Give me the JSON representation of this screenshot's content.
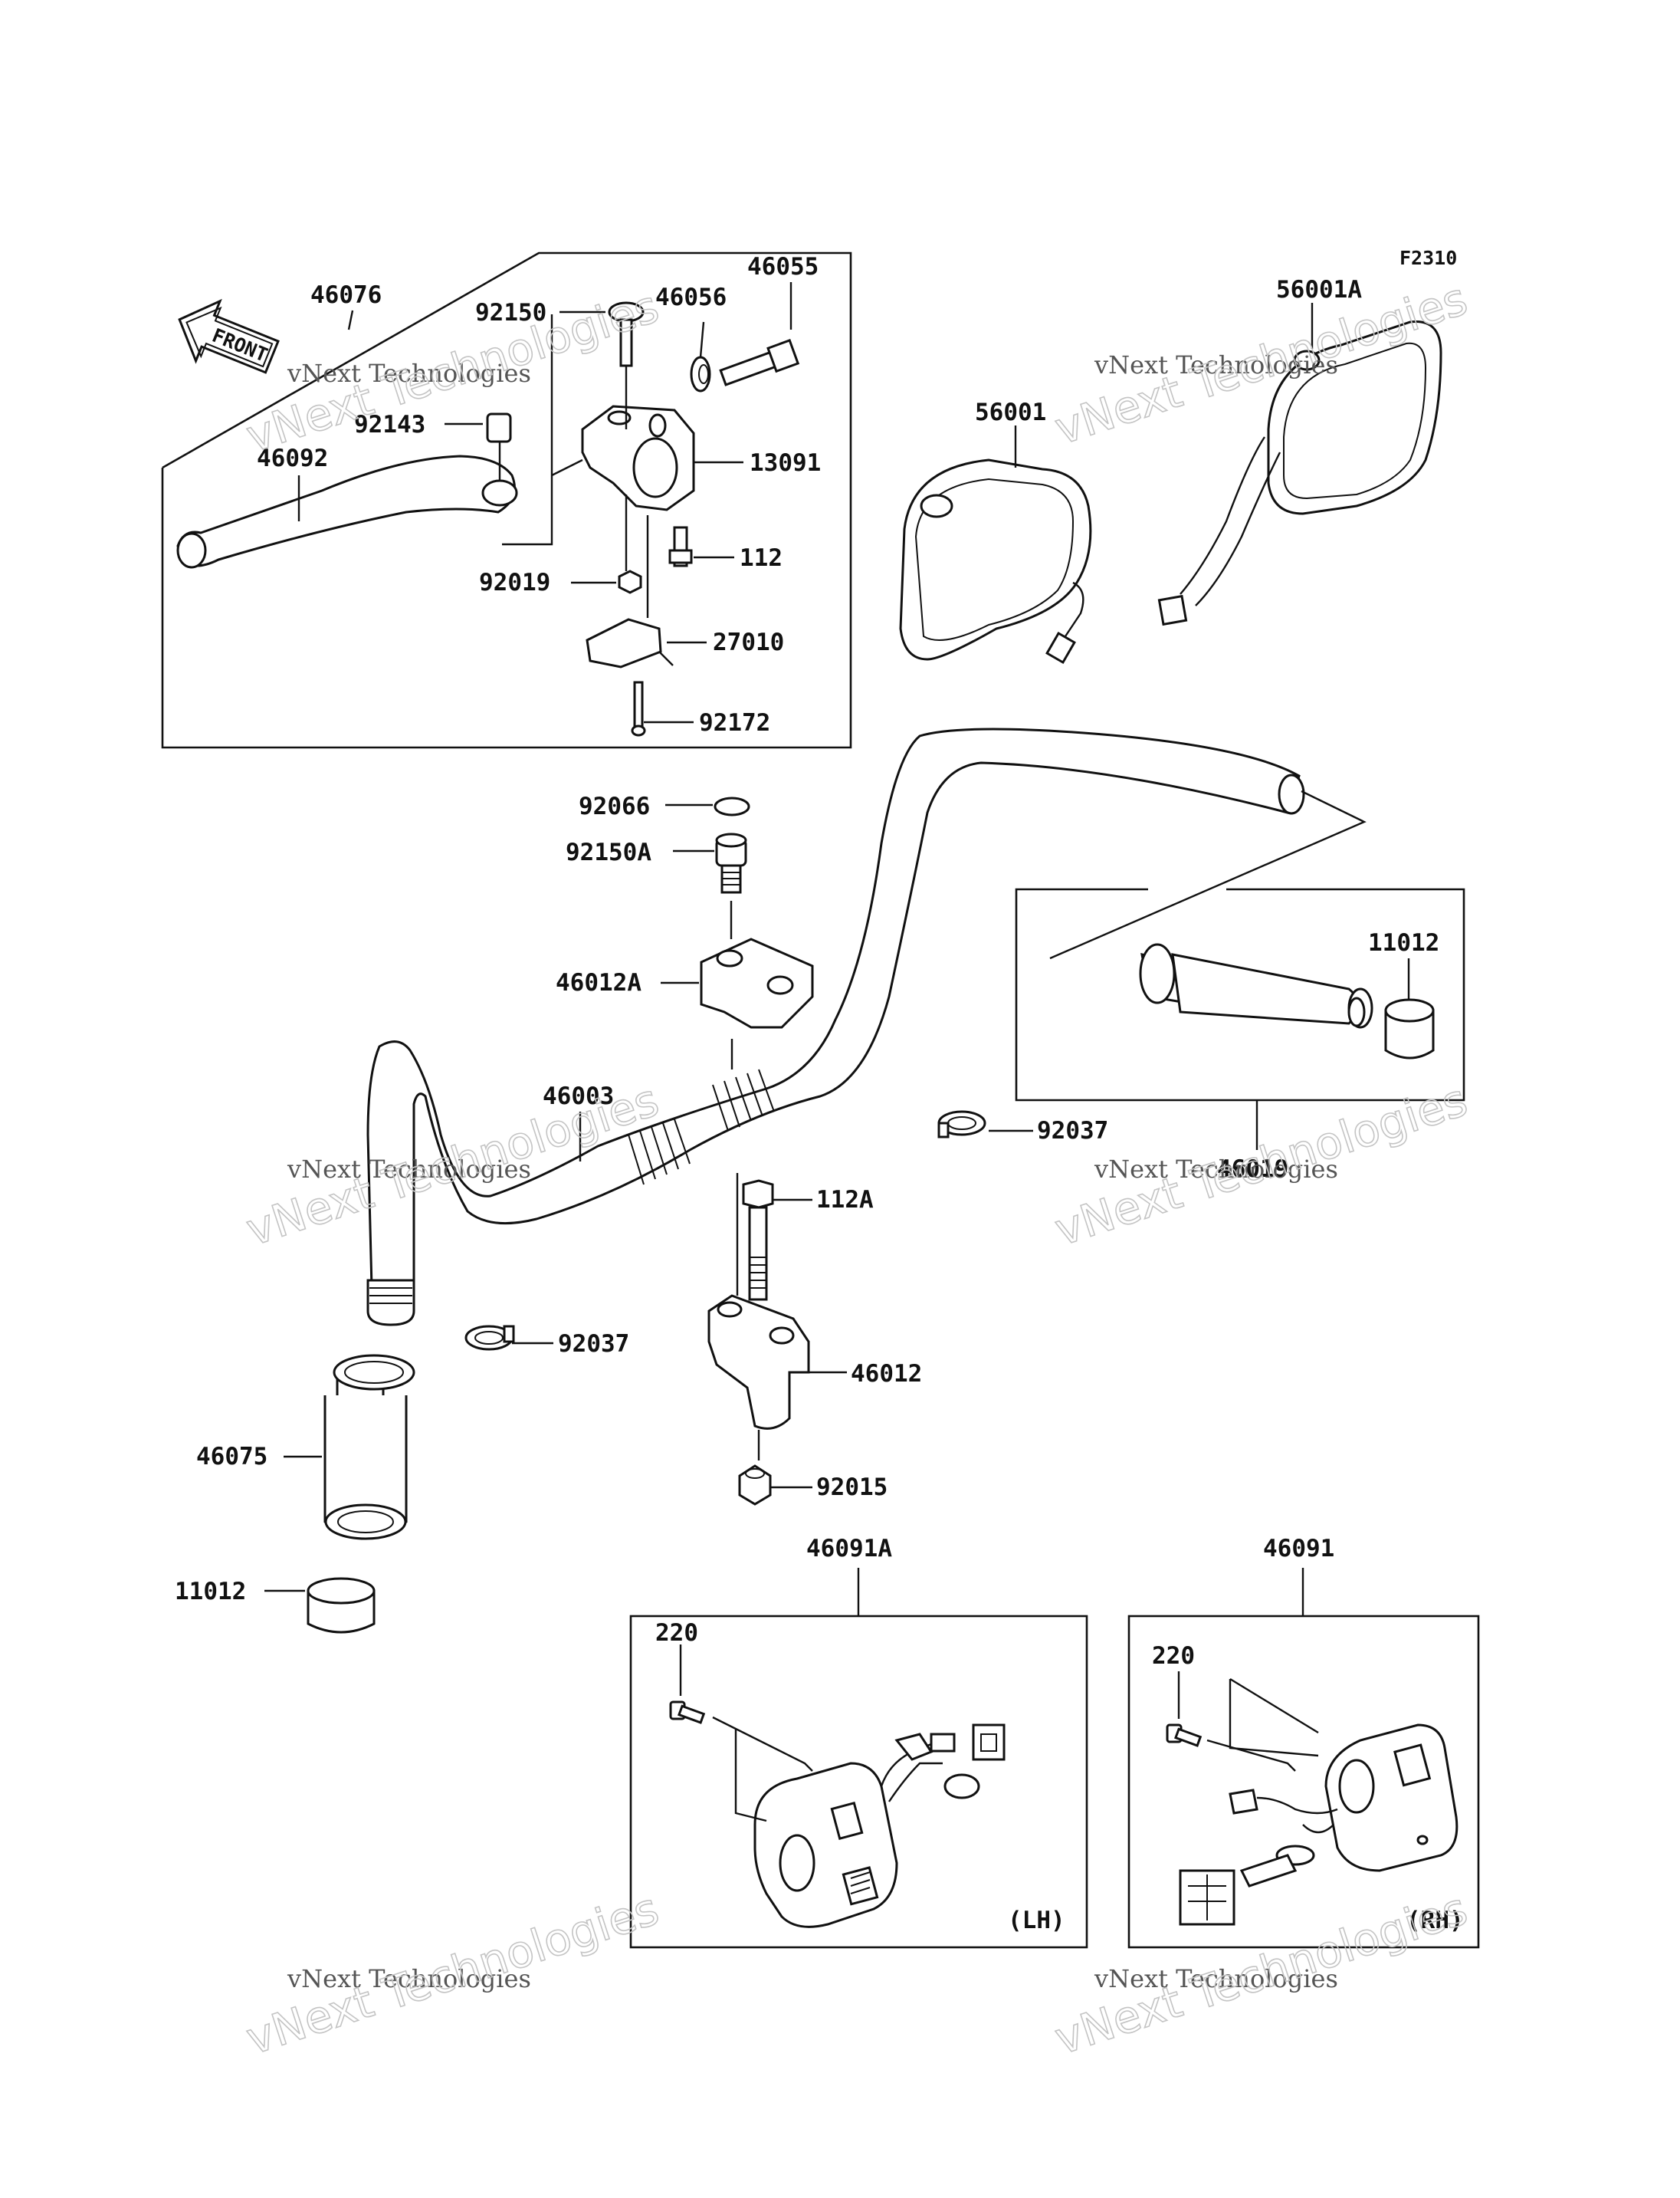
{
  "diagram": {
    "ref_code": "F2310",
    "front_arrow_text": "FRONT",
    "watermark": {
      "line1": "vNext Technologies",
      "line2": "vNext Technologies"
    },
    "labels": {
      "p46076": "46076",
      "p92150": "92150",
      "p46056": "46056",
      "p46055": "46055",
      "p92143": "92143",
      "p46092": "46092",
      "p13091": "13091",
      "p112": "112",
      "p92019": "92019",
      "p27010": "27010",
      "p92172": "92172",
      "p56001": "56001",
      "p56001A": "56001A",
      "p92066": "92066",
      "p92150A": "92150A",
      "p46012A": "46012A",
      "p11012_top": "11012",
      "p46003": "46003",
      "p92037_right": "92037",
      "p46019": "46019",
      "p112A": "112A",
      "p92037_left": "92037",
      "p46012": "46012",
      "p46075": "46075",
      "p92015": "92015",
      "p11012_bottom": "11012",
      "p46091A": "46091A",
      "p46091": "46091",
      "p220_lh": "220",
      "p220_rh": "220",
      "lh": "(LH)",
      "rh": "(RH)"
    }
  }
}
